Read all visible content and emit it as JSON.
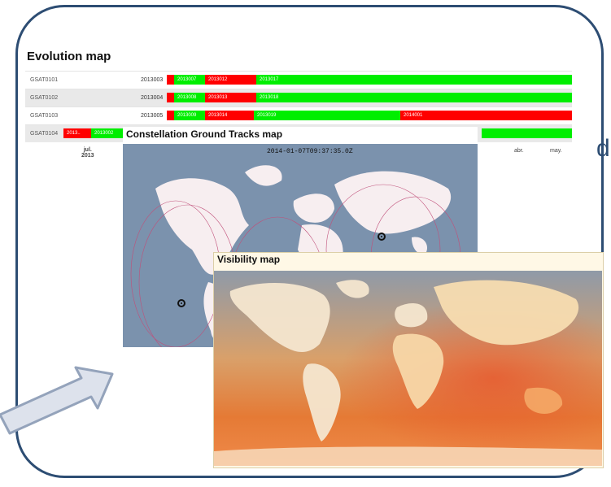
{
  "edge_text": "d",
  "evolution": {
    "title": "Evolution map",
    "rows": [
      {
        "name": "GSAT0101",
        "start": "2013003",
        "segments": [
          {
            "label": "2013007",
            "color": "g"
          },
          {
            "label": "2013012",
            "color": "r"
          },
          {
            "label": "2013017",
            "color": "g"
          }
        ]
      },
      {
        "name": "GSAT0102",
        "start": "2013004",
        "segments": [
          {
            "label": "2013008",
            "color": "g"
          },
          {
            "label": "2013013",
            "color": "r"
          },
          {
            "label": "2013018",
            "color": "g"
          }
        ]
      },
      {
        "name": "GSAT0103",
        "start": "2013005",
        "segments": [
          {
            "label": "2013009",
            "color": "g"
          },
          {
            "label": "2013014",
            "color": "r"
          },
          {
            "label": "2013019",
            "color": "g"
          },
          {
            "label": "2014001",
            "color": "r"
          }
        ]
      },
      {
        "name": "GSAT0104",
        "start": "",
        "segments": [
          {
            "label": "2013..",
            "color": "r"
          },
          {
            "label": "2013002",
            "color": "g"
          }
        ]
      }
    ],
    "ticks": [
      "jul.\n2013",
      "abr.",
      "may."
    ]
  },
  "ground_tracks": {
    "title": "Constellation Ground Tracks map",
    "timestamp": "2014-01-07T09:37:35.0Z"
  },
  "visibility": {
    "title": "Visibility map"
  },
  "colors": {
    "frame": "#2d4d73",
    "available": "#00ee00",
    "unavailable": "#ff0000",
    "ocean": "#7b92ad",
    "land": "#f7eef0"
  }
}
